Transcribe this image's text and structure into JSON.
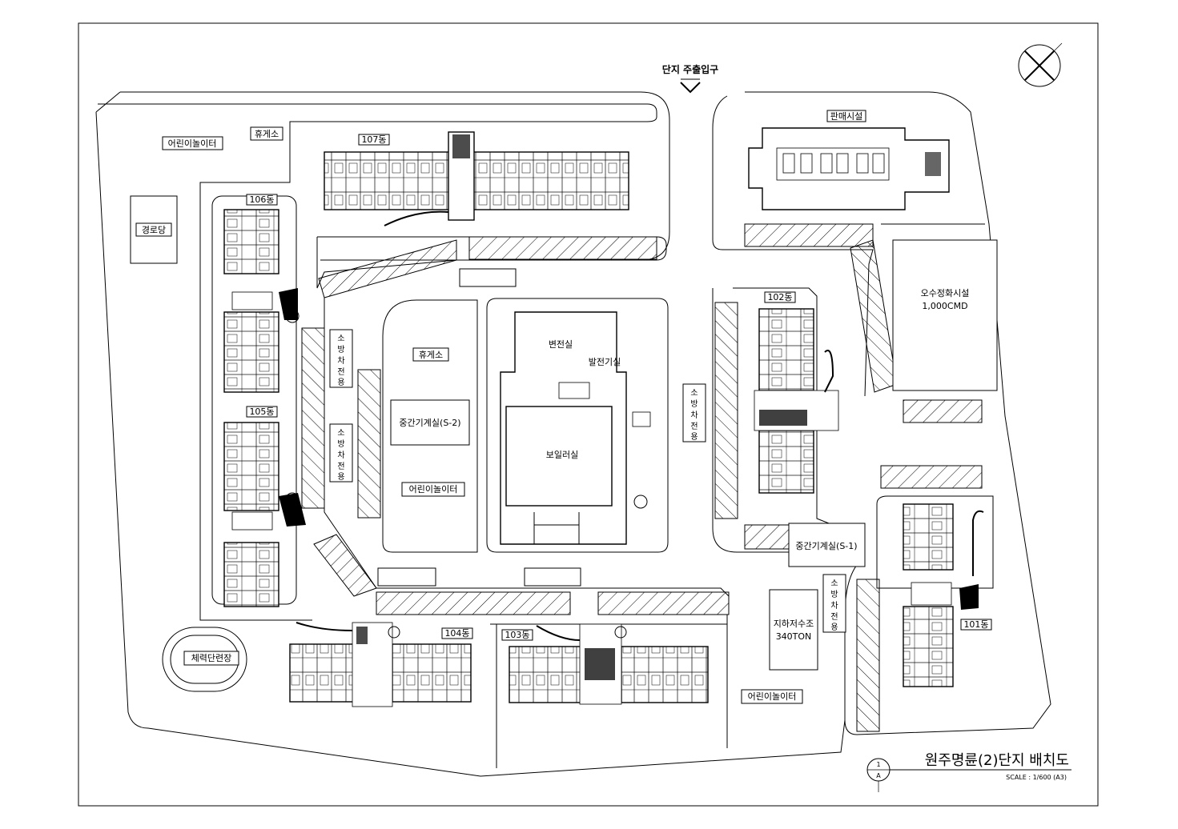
{
  "drawing": {
    "entrance_label": "단지 주출입구",
    "title": "원주명륜(2)단지 배치도",
    "scale": "SCALE : 1/600 (A3)",
    "section_tag_top": "1",
    "section_tag_bottom": "A"
  },
  "buildings": {
    "b101": "101동",
    "b102": "102동",
    "b103": "103동",
    "b104": "104동",
    "b105": "105동",
    "b106": "106동",
    "b107": "107동"
  },
  "facilities": {
    "commercial": "판매시설",
    "playground_nw": "어린이놀이터",
    "rest_nw": "휴게소",
    "senior_center": "경로당",
    "rest_center": "휴게소",
    "mech_room_s2": "중간기계실(S-2)",
    "playground_center": "어린이놀이터",
    "substation": "변전실",
    "generator": "발전기실",
    "boiler": "보일러실",
    "sewage_line1": "오수정화시설",
    "sewage_line2": "1,000CMD",
    "mech_room_s1": "중간기계실(S-1)",
    "tank_line1": "지하저수조",
    "tank_line2": "340TON",
    "playground_se": "어린이놀이터",
    "fitness": "체력단련장"
  },
  "fire_lanes": [
    [
      "소",
      "방",
      "차",
      "전",
      "용"
    ],
    [
      "소",
      "방",
      "차",
      "전",
      "용"
    ],
    [
      "소",
      "방",
      "차",
      "전",
      "용"
    ],
    [
      "소",
      "방",
      "차",
      "전",
      "용"
    ]
  ],
  "icons": [
    "north-arrow-icon",
    "entrance-arrow-icon",
    "section-marker-icon"
  ]
}
